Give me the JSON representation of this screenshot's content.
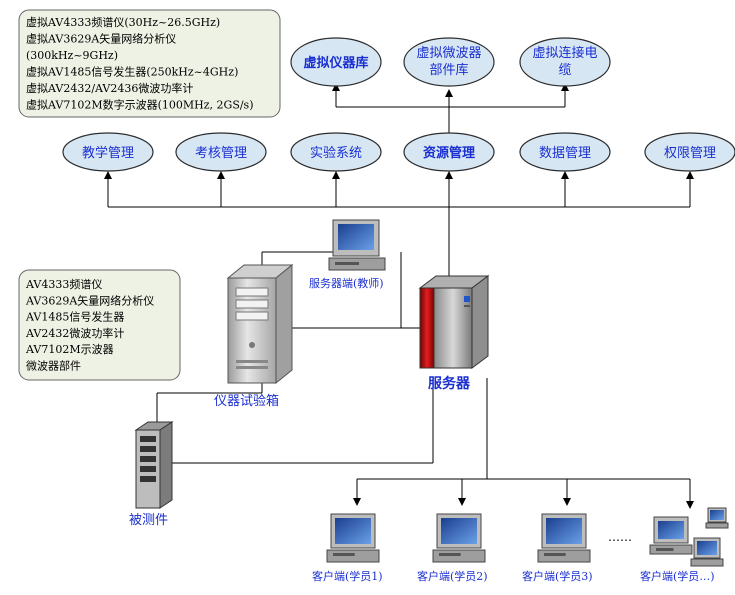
{
  "colors": {
    "ellipse_fill": "#d6e6f3",
    "ellipse_stroke": "#2c2c2c",
    "label_blue": "#1a2fd0",
    "note_fill": "#eef2e4",
    "note_stroke": "#666666",
    "line": "#000000"
  },
  "top_note": {
    "lines": [
      "虚拟AV4333频谱仪(30Hz~26.5GHz)",
      "虚拟AV3629A矢量网络分析仪",
      "(300kHz~9GHz)",
      "虚拟AV1485信号发生器(250kHz~4GHz)",
      "虚拟AV2432/AV2436微波功率计",
      "虚拟AV7102M数字示波器(100MHz, 2GS/s)"
    ]
  },
  "virtual_libs": [
    {
      "id": "instrument-lib",
      "lines": [
        "虚拟仪器库"
      ],
      "bold": true
    },
    {
      "id": "component-lib",
      "lines": [
        "虚拟微波器",
        "部件库"
      ],
      "bold": false
    },
    {
      "id": "cable-lib",
      "lines": [
        "虚拟连接电",
        "缆"
      ],
      "bold": false
    }
  ],
  "modules": [
    {
      "id": "teaching",
      "label": "教学管理",
      "bold": false
    },
    {
      "id": "assessment",
      "label": "考核管理",
      "bold": false
    },
    {
      "id": "experiment",
      "label": "实验系统",
      "bold": false
    },
    {
      "id": "resource",
      "label": "资源管理",
      "bold": true
    },
    {
      "id": "data",
      "label": "数据管理",
      "bold": false
    },
    {
      "id": "permission",
      "label": "权限管理",
      "bold": false
    }
  ],
  "left_note": {
    "lines": [
      "AV4333频谱仪",
      "AV3629A矢量网络分析仪",
      "AV1485信号发生器",
      "AV2432微波功率计",
      "AV7102M示波器",
      "微波器部件"
    ]
  },
  "devices": {
    "server_terminal_label": "服务器端(教师)",
    "server_label": "服务器",
    "instrument_box_label": "仪器试验箱",
    "dut_label": "被测件"
  },
  "clients": [
    {
      "id": "client-1",
      "label": "客户端(学员1)"
    },
    {
      "id": "client-2",
      "label": "客户端(学员2)"
    },
    {
      "id": "client-3",
      "label": "客户端(学员3)"
    },
    {
      "id": "client-n",
      "label": "客户端(学员…)"
    }
  ],
  "ellipsis": "……"
}
